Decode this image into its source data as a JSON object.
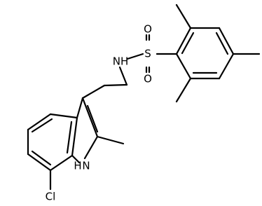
{
  "molecule": {
    "labels": {
      "sulfur": "S",
      "oxygen_top": "O",
      "oxygen_bottom": "O",
      "nitrogen_sulfonamide": "NH",
      "indole_nitrogen_h": "H",
      "indole_nitrogen_n": "N",
      "chlorine": "Cl"
    }
  }
}
